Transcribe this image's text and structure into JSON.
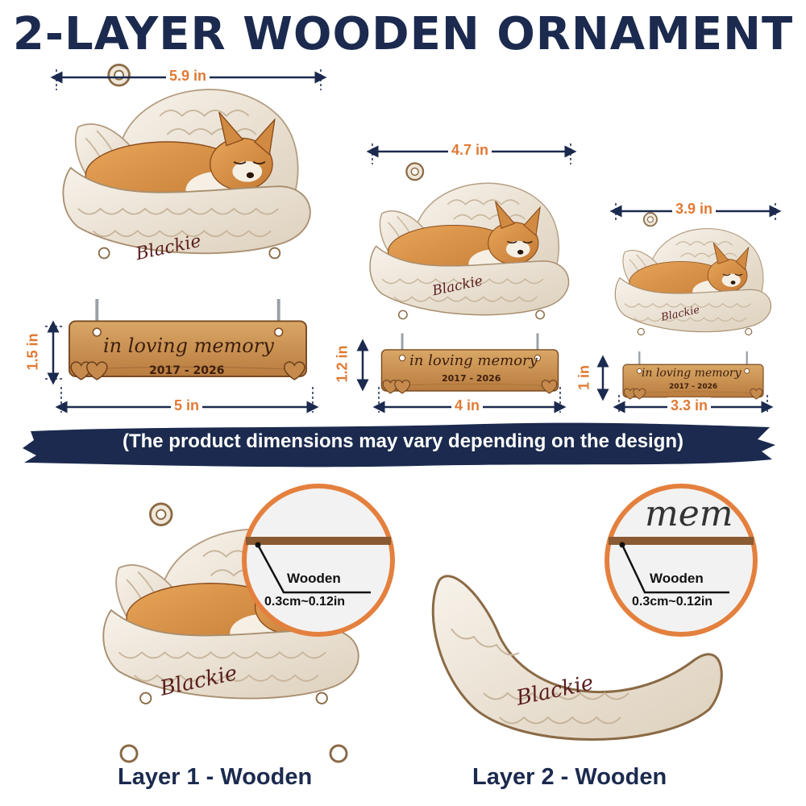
{
  "title": "2-LAYER WOODEN ORNAMENT",
  "sizes": [
    {
      "width": "5.9 in",
      "plaque_height": "1.5 in",
      "plaque_width": "5 in"
    },
    {
      "width": "4.7 in",
      "plaque_height": "1.2 in",
      "plaque_width": "4 in"
    },
    {
      "width": "3.9 in",
      "plaque_height": "1 in",
      "plaque_width": "3.3 in"
    }
  ],
  "ornament": {
    "pet_name": "Blackie",
    "plaque_text": "in loving memory",
    "years": "2017 - 2026"
  },
  "banner": "(The product dimensions may vary depending on the design)",
  "layers": [
    {
      "caption": "Layer 1 - Wooden",
      "zoom_label": "Wooden",
      "zoom_thickness": "0.3cm~0.12in"
    },
    {
      "caption": "Layer 2 - Wooden",
      "zoom_label": "Wooden",
      "zoom_thickness": "0.3cm~0.12in",
      "zoom_text": "mem"
    }
  ],
  "colors": {
    "title": "#1b2a4e",
    "dimension": "#e07a35",
    "banner": "#1b2a4e",
    "wood": "#c98f4f",
    "wing": "#efe7d9",
    "zoom_ring": "#e4803e"
  },
  "icons": [
    "heart-icon",
    "corgi-illustration",
    "angel-wing-illustration"
  ]
}
